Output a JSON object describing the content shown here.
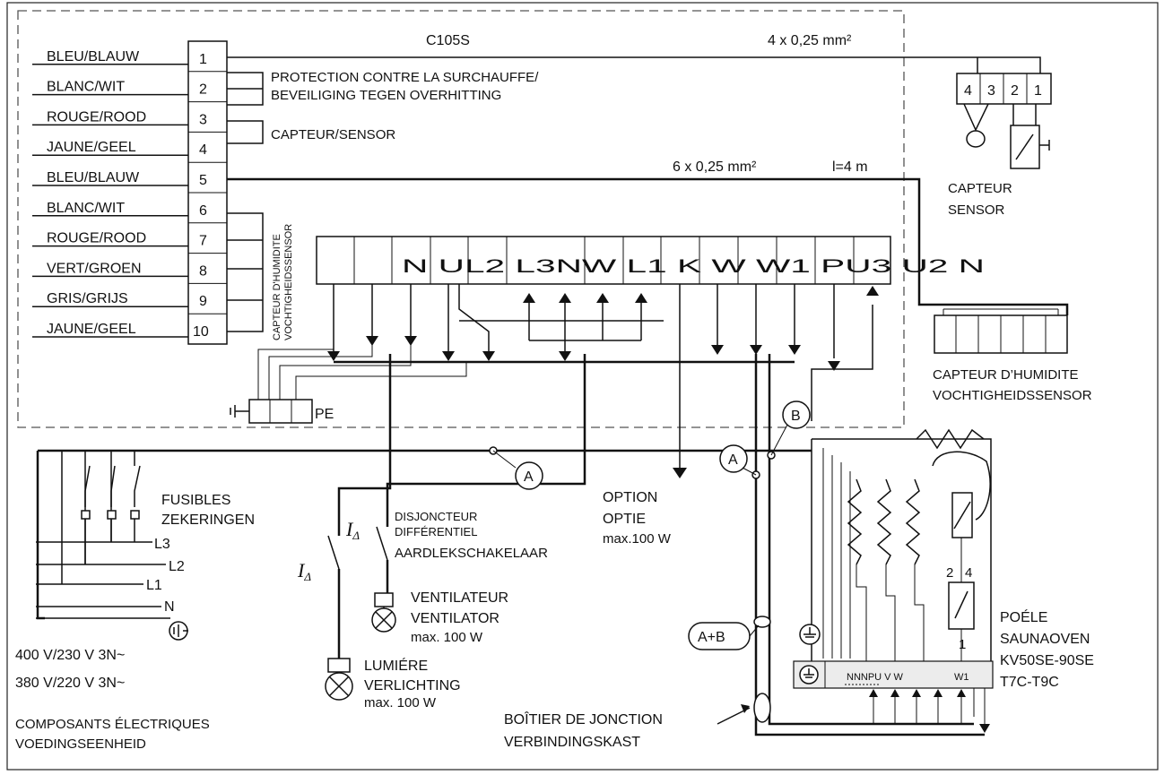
{
  "unit_title": "C105S",
  "cable_top": "4 x 0,25 mm²",
  "cable_mid": "6 x 0,25 mm²",
  "cable_length": "l=4 m",
  "wires": [
    {
      "num": "1",
      "color": "BLEU/BLAUW"
    },
    {
      "num": "2",
      "color": "BLANC/WIT"
    },
    {
      "num": "3",
      "color": "ROUGE/ROOD"
    },
    {
      "num": "4",
      "color": "JAUNE/GEEL"
    },
    {
      "num": "5",
      "color": "BLEU/BLAUW"
    },
    {
      "num": "6",
      "color": "BLANC/WIT"
    },
    {
      "num": "7",
      "color": "ROUGE/ROOD"
    },
    {
      "num": "8",
      "color": "VERT/GROEN"
    },
    {
      "num": "9",
      "color": "GRIS/GRIJS"
    },
    {
      "num": "10",
      "color": "JAUNE/GEEL"
    }
  ],
  "protection_label": [
    "PROTECTION CONTRE LA SURCHAUFFE/",
    "BEVEILIGING TEGEN OVERHITTING"
  ],
  "sensor_label": "CAPTEUR/SENSOR",
  "humidity_vertical": [
    "CAPTEUR D'HUMIDITE",
    "VOCHTIGHEIDSSENSOR"
  ],
  "terminal_text": "N UL2 L3NW L1 K W W1 PU3 U2 N",
  "terminal_labels": [
    "N",
    "UL2",
    "L3NW",
    "L1",
    "K",
    "W",
    "W1",
    "PU3",
    "U2",
    "N"
  ],
  "pe_label": "PE",
  "sensor_box_numbers": [
    "4",
    "3",
    "2",
    "1"
  ],
  "capteur_sensor": [
    "CAPTEUR",
    "SENSOR"
  ],
  "humidity_sensor": [
    "CAPTEUR D’HUMIDITE",
    "VOCHTIGHEIDSSENSOR"
  ],
  "fuses": [
    "FUSIBLES",
    "ZEKERINGEN"
  ],
  "phases": [
    "L3",
    "L2",
    "L1",
    "N"
  ],
  "supply": [
    "400 V/230 V 3N~",
    "380 V/220 V 3N~"
  ],
  "components": [
    "COMPOSANTS ÉLECTRIQUES",
    "VOEDINGSEENHEID"
  ],
  "rcd_symbol": "I",
  "rcd_sub": "Δ",
  "rcd_label": [
    "DISJONCTEUR",
    "DIFFÉRENTIEL",
    "AARDLEKSCHAKELAAR"
  ],
  "fan": [
    "VENTILATEUR",
    "VENTILATOR",
    "max. 100 W"
  ],
  "light": [
    "LUMIÉRE",
    "VERLICHTING",
    "max. 100 W"
  ],
  "option": [
    "OPTION",
    "OPTIE",
    "max.100 W"
  ],
  "marker_a": "A",
  "marker_b": "B",
  "marker_ab": "A+B",
  "junction": [
    "BOÎTIER DE JONCTION",
    "VERBINDINGSKAST"
  ],
  "heater": [
    "POÉLE",
    "SAUNAOVEN",
    "KV50SE-90SE",
    "T7C-T9C"
  ],
  "heater_terminals": "NNNPU V W",
  "heater_w1": "W1",
  "relay_numbers": [
    "2",
    "4",
    "1"
  ]
}
